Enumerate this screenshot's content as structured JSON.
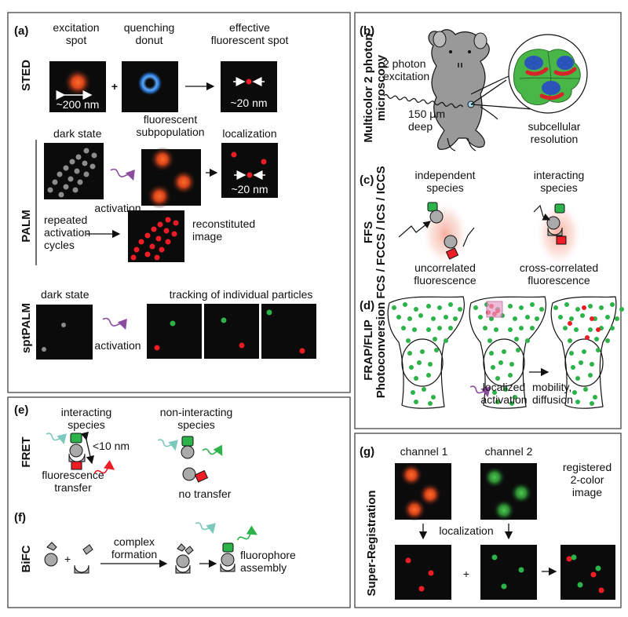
{
  "panels": {
    "a": {
      "label": "(a)",
      "sted": {
        "title": "STED",
        "excitation": "excitation\nspot",
        "quenching": "quenching\ndonut",
        "effective": "effective\nfluorescent spot",
        "size_200": "~200 nm",
        "size_20": "~20 nm",
        "plus": "+"
      },
      "palm": {
        "title": "PALM",
        "dark_state": "dark state",
        "fluorescent_sub": "fluorescent\nsubpopulation",
        "localization": "localization",
        "activation": "activation",
        "size_20": "~20 nm",
        "repeated": "repeated\nactivation\ncycles",
        "reconstituted": "reconstituted\nimage"
      },
      "sptpalm": {
        "title": "sptPALM",
        "dark_state": "dark state",
        "tracking": "tracking of individual particles",
        "activation": "activation"
      }
    },
    "b": {
      "label": "(b)",
      "title": "Multicolor 2 photon\nmicroscopy",
      "two_photon": "2 photon\nexcitation",
      "depth": "150 μm\ndeep",
      "subcellular": "subcellular\nresolution"
    },
    "c": {
      "label": "(c)",
      "title": "FFS\nFCS / FCCS / ICS / ICCS",
      "independent": "independent\nspecies",
      "interacting": "interacting\nspecies",
      "uncorrelated": "uncorrelated\nfluorescence",
      "cross_correlated": "cross-correlated\nfluorescence"
    },
    "d": {
      "label": "(d)",
      "title": "FRAP/FLIP\nPhotoconversion",
      "localized": "localized\nactivation",
      "mobility": "mobility,\ndiffusion"
    },
    "e": {
      "label": "(e)",
      "title": "FRET",
      "interacting": "interacting\nspecies",
      "distance": "<10 nm",
      "transfer": "fluorescence\ntransfer",
      "non_interacting": "non-interacting\nspecies",
      "no_transfer": "no transfer"
    },
    "f": {
      "label": "(f)",
      "title": "BiFC",
      "complex": "complex\nformation",
      "assembly": "fluorophore\nassembly",
      "plus": "+"
    },
    "g": {
      "label": "(g)",
      "title": "Super-Registration",
      "channel1": "channel 1",
      "channel2": "channel 2",
      "localization": "localization",
      "registered": "registered\n2-color\nimage",
      "plus": "+"
    }
  },
  "colors": {
    "red_dot": "#ee1c25",
    "green_dot": "#2cb34a",
    "gray_dot": "#8c8c8c",
    "purple_wave": "#8b4ca0",
    "cyan_wave": "#7dc8bd",
    "cell_green": "#48b748",
    "nucleus_blue": "#2b55b8",
    "mouse_gray": "#999999"
  }
}
